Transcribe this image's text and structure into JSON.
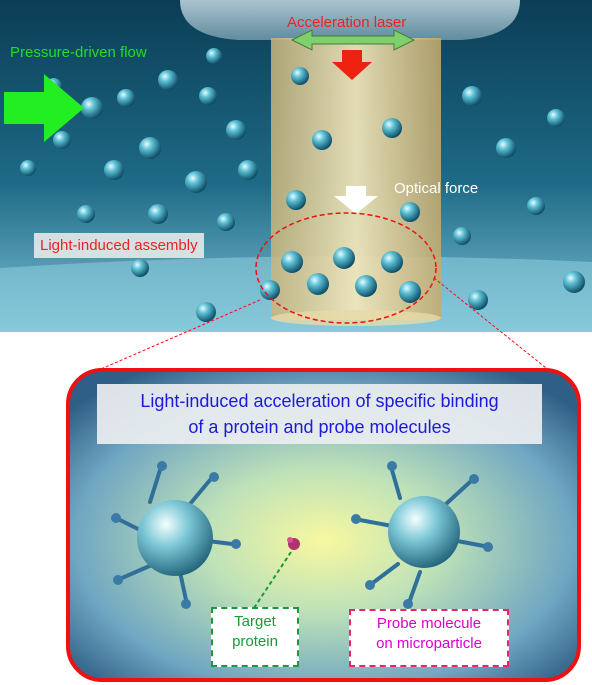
{
  "labels": {
    "pressure_flow": "Pressure-driven flow",
    "acceleration_laser": "Acceleration laser",
    "optical_force": "Optical force",
    "light_assembly": "Light-induced assembly"
  },
  "inset": {
    "title_line1": "Light-induced acceleration of specific binding",
    "title_line2": "of a protein and probe molecules",
    "target_line1": "Target",
    "target_line2": "protein",
    "probe_line1": "Probe molecule",
    "probe_line2": "on microparticle"
  },
  "colors": {
    "flow_label": "#22dd22",
    "laser_label": "#ee2222",
    "optical_label": "#ffffff",
    "assembly_label": "#ee2222",
    "inset_border": "#ee1111",
    "inset_title": "#1a1ad8",
    "target_border": "#1a9a3a",
    "target_text": "#1a9a3a",
    "probe_border": "#ee2266",
    "probe_text": "#dd00cc",
    "flow_arrow": "#22ee22",
    "laser_arrow": "#ee2211"
  },
  "icons": {
    "flow_arrow": "big-right-arrow-icon",
    "laser_arrow": "down-arrow-icon",
    "optical_arrow": "down-arrow-icon",
    "scan_arrow": "double-horizontal-arrow-icon"
  }
}
